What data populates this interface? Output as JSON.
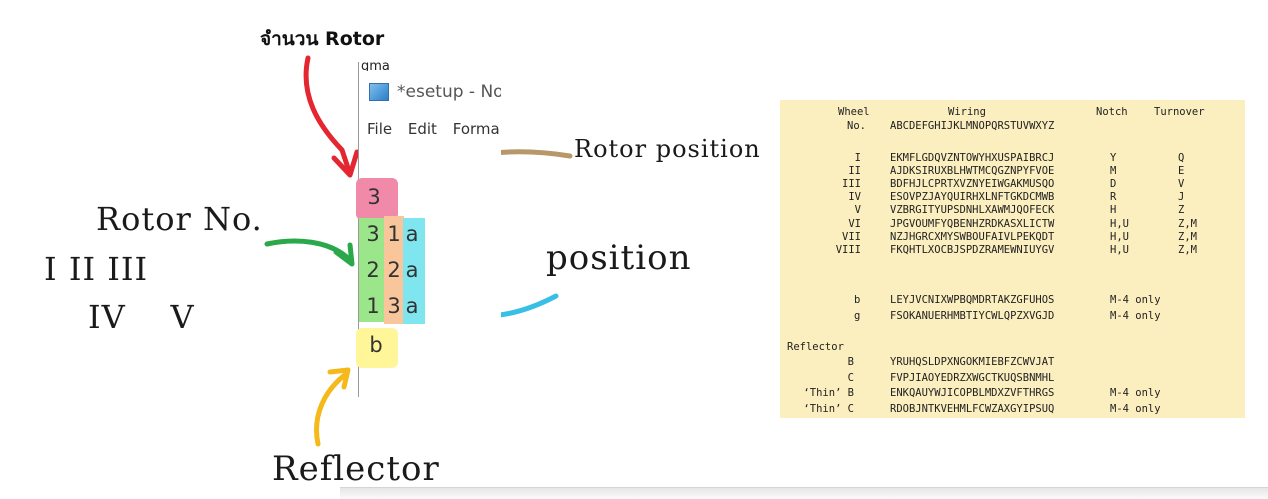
{
  "labels": {
    "rotor_count": "จำนวน Rotor",
    "rotor_position": "Rotor position",
    "rotor_no": "Rotor No.",
    "rotor_numerals_1": "I II III",
    "rotor_numerals_2": "IV    V",
    "position": "position",
    "reflector": "Reflector"
  },
  "notepad": {
    "top_fragment": "gma",
    "title": "*esetup - Not",
    "menu": [
      "File",
      "Edit",
      "Forma"
    ]
  },
  "setup": {
    "rotor_count": "3",
    "rows": [
      {
        "rotor": "3",
        "pos_num": "1",
        "pos_letter": "a"
      },
      {
        "rotor": "2",
        "pos_num": "2",
        "pos_letter": "a"
      },
      {
        "rotor": "1",
        "pos_num": "3",
        "pos_letter": "a"
      }
    ],
    "reflector": "b"
  },
  "colors": {
    "red_arrow": "#e3262f",
    "brown_arrow": "#b89868",
    "green_arrow": "#2aa84a",
    "blue_arrow": "#39bfe6",
    "yellow_arrow": "#f5b91c",
    "pink_highlight": "#f08aa8",
    "green_highlight": "#9be58a",
    "orange_highlight": "#f9c59a",
    "cyan_highlight": "#7fe6ef",
    "yellow_highlight": "#fff699",
    "table_bg": "#fbeebf"
  },
  "table": {
    "header": {
      "wheel": "Wheel",
      "wheel_no": "No.",
      "wiring": "Wiring",
      "alphabet": "ABCDEFGHIJKLMNOPQRSTUVWXYZ",
      "notch": "Notch",
      "turnover": "Turnover"
    },
    "rotors": [
      {
        "wheel": "I",
        "wiring": "EKMFLGDQVZNTOWYHXUSPAIBRCJ",
        "notch": "Y",
        "turnover": "Q"
      },
      {
        "wheel": "II",
        "wiring": "AJDKSIRUXBLHWTMCQGZNPYFVOE",
        "notch": "M",
        "turnover": "E"
      },
      {
        "wheel": "III",
        "wiring": "BDFHJLCPRTXVZNYEIWGAKMUSQO",
        "notch": "D",
        "turnover": "V"
      },
      {
        "wheel": "IV",
        "wiring": "ESOVPZJAYQUIRHXLNFTGKDCMWB",
        "notch": "R",
        "turnover": "J"
      },
      {
        "wheel": "V",
        "wiring": "VZBRGITYUPSDNHLXAWMJQOFECK",
        "notch": "H",
        "turnover": "Z"
      },
      {
        "wheel": "VI",
        "wiring": "JPGVOUMFYQBENHZRDKASXLICTW",
        "notch": "H,U",
        "turnover": "Z,M"
      },
      {
        "wheel": "VII",
        "wiring": "NZJHGRCXMYSWBOUFAIVLPEKQDT",
        "notch": "H,U",
        "turnover": "Z,M"
      },
      {
        "wheel": "VIII",
        "wiring": "FKQHTLXOCBJSPDZRAMEWNIUYGV",
        "notch": "H,U",
        "turnover": "Z,M"
      }
    ],
    "thin_wheels": [
      {
        "wheel": "b",
        "wiring": "LEYJVCNIXWPBQMDRTAKZGFUHOS",
        "notch": "M-4 only"
      },
      {
        "wheel": "g",
        "wiring": "FSOKANUERHMBTIYCWLQPZXVGJD",
        "notch": "M-4 only"
      }
    ],
    "reflector_label": "Reflector",
    "reflectors": [
      {
        "wheel": "B",
        "wiring": "YRUHQSLDPXNGOKMIEBFZCWVJAT",
        "notch": ""
      },
      {
        "wheel": "C",
        "wiring": "FVPJIAOYEDRZXWGCTKUQSBNMHL",
        "notch": ""
      },
      {
        "wheel": "‘Thin’ B",
        "wiring": "ENKQAUYWJICOPBLMDXZVFTHRGS",
        "notch": "M-4 only"
      },
      {
        "wheel": "‘Thin’ C",
        "wiring": "RDOBJNTKVEHMLFCWZAXGYIPSUQ",
        "notch": "M-4 only"
      }
    ]
  }
}
